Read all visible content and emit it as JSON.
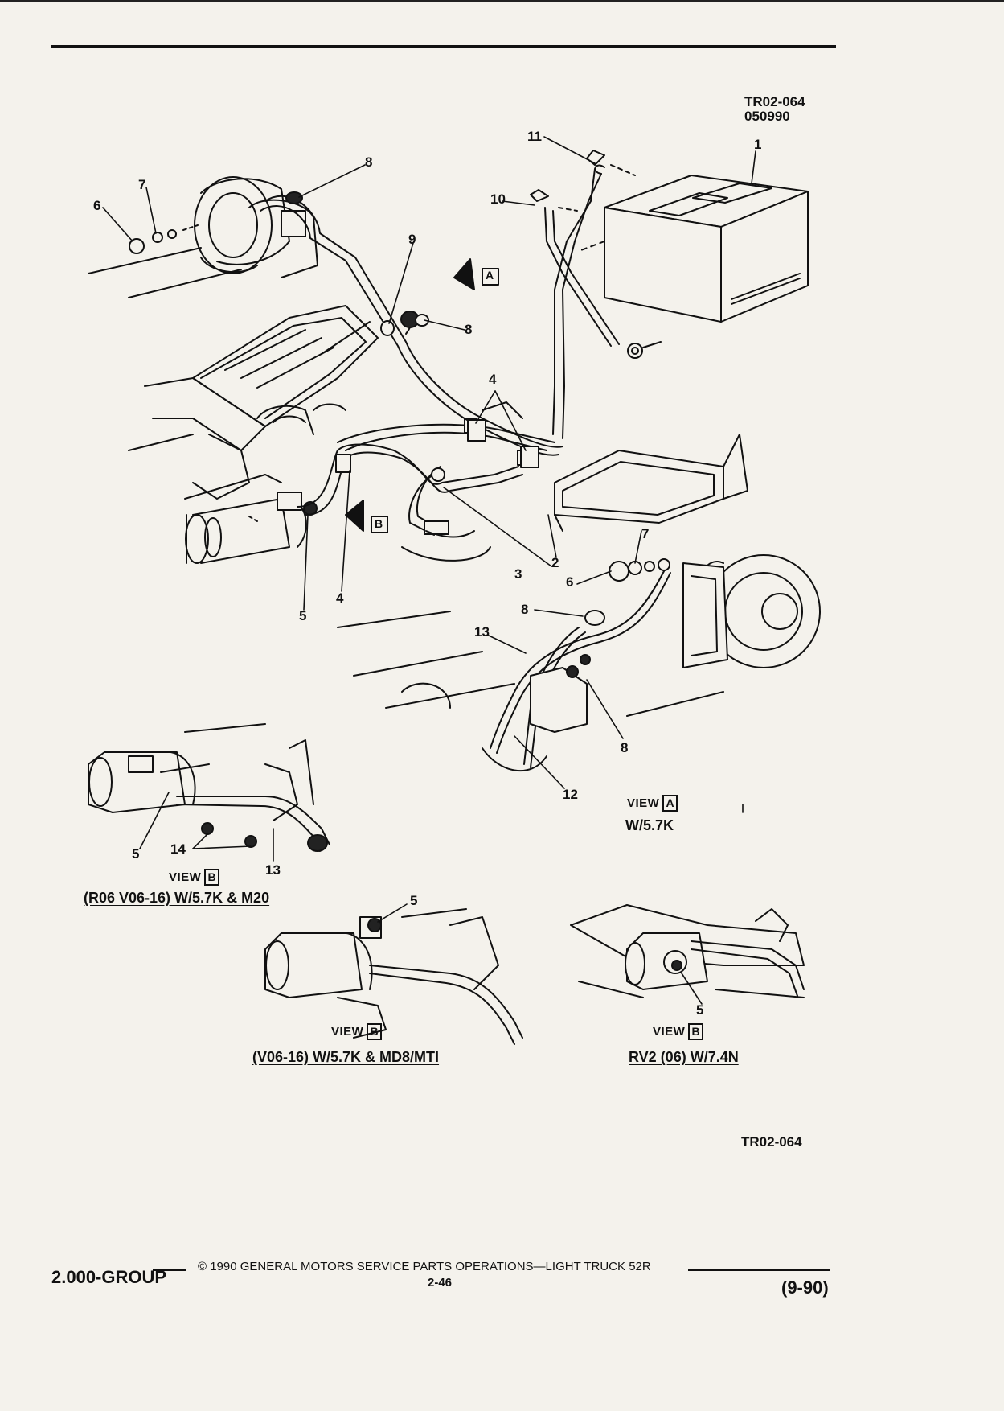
{
  "header": {
    "ref_code": "TR02-064",
    "ref_date": "050990"
  },
  "arrows": {
    "a": "A",
    "b": "B"
  },
  "callouts": {
    "c1": "1",
    "c2": "2",
    "c3": "3",
    "c4": "4",
    "c5": "5",
    "c6": "6",
    "c7": "7",
    "c8": "8",
    "c9": "9",
    "c10": "10",
    "c11": "11",
    "c12": "12",
    "c13": "13",
    "c14": "14"
  },
  "views": {
    "view_a": {
      "word": "VIEW",
      "letter": "A",
      "caption": "W/5.7K"
    },
    "view_b_m20": {
      "word": "VIEW",
      "letter": "B",
      "caption": "(R06 V06-16) W/5.7K & M20"
    },
    "view_b_md8": {
      "word": "VIEW",
      "letter": "B",
      "caption": "(V06-16) W/5.7K & MD8/MTI"
    },
    "view_b_rv2": {
      "word": "VIEW",
      "letter": "B",
      "caption": "RV2 (06) W/7.4N"
    }
  },
  "figure_ref_bottom": "TR02-064",
  "footer": {
    "group": "2.000-GROUP",
    "copyright": "© 1990 GENERAL MOTORS SERVICE PARTS OPERATIONS—LIGHT TRUCK 52R",
    "page": "2-46",
    "revision": "(9-90)"
  }
}
